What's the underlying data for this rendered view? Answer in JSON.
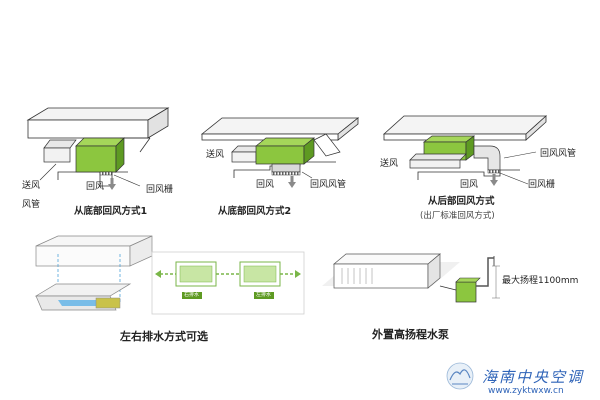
{
  "diagram1": {
    "supply_air": "送风",
    "duct": "风管",
    "return_air": "回风",
    "return_grille": "回风栅",
    "caption": "从底部回风方式1"
  },
  "diagram2": {
    "supply_air": "送风",
    "return_air": "回风",
    "return_duct": "回风风管",
    "caption": "从底部回风方式2"
  },
  "diagram3": {
    "supply_air": "送风",
    "return_duct": "回风风管",
    "return_air": "回风",
    "return_grille": "回风栅",
    "caption": "从后部回风方式",
    "subcaption": "(出厂标准回风方式)"
  },
  "drain": {
    "caption": "左右排水方式可选",
    "left_tag": "右排水",
    "right_tag": "左排水"
  },
  "pump": {
    "lift_label": "最大扬程1100mm",
    "caption": "外置高扬程水泵"
  },
  "watermark": {
    "name": "海南中央空调",
    "url": "www.zyktwxw.cn"
  },
  "colors": {
    "unit_green": "#8cc63f",
    "unit_green_dark": "#5e9a22",
    "drain_arrow": "#7ab648",
    "water_blue": "#4fa3d9",
    "watermark_blue": "#2f64b8"
  }
}
